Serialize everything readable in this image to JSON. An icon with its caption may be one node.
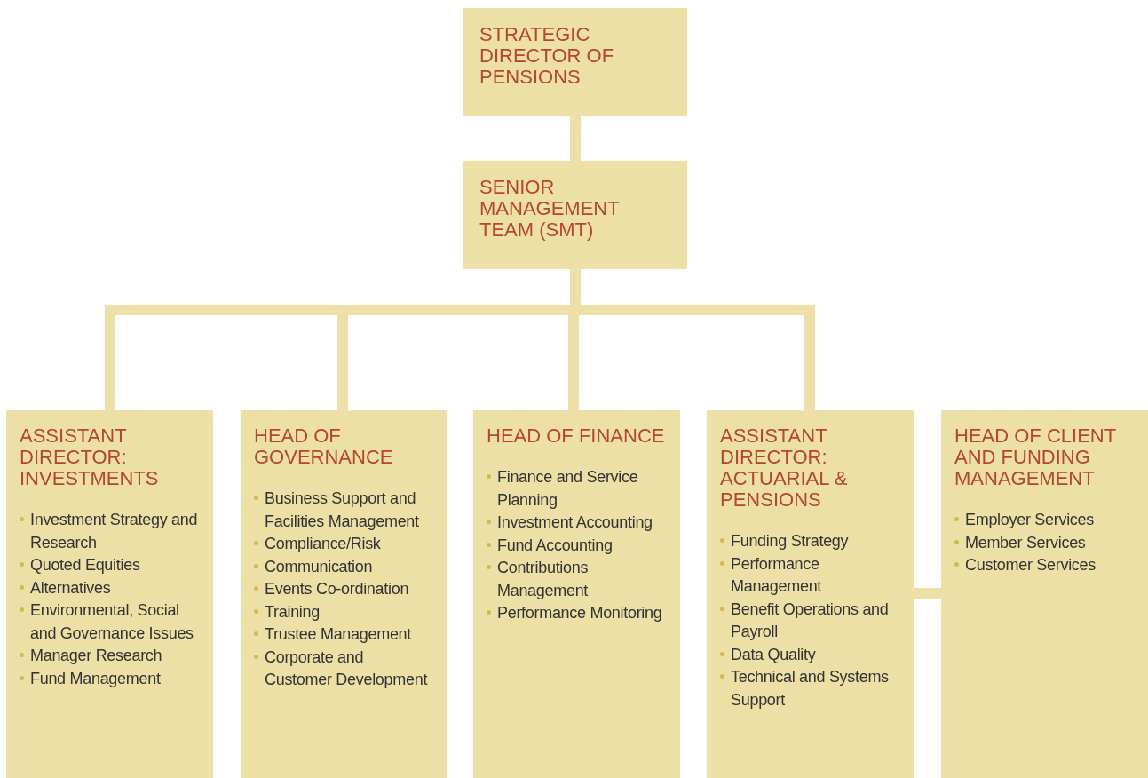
{
  "diagram": {
    "nodes": [
      {
        "text": [
          "STRATEGIC DIRECTOR OF PENSIONS"
        ]
      },
      {
        "text": [
          "SENIOR MANAGEMENT TEAM (SMT)"
        ]
      },
      {
        "text": [
          "ASSISTANT DIRECTOR: INVESTMENTS",
          "Investment Strategy and Research",
          "Quoted Equities",
          "Alternatives",
          "Environmental, Social and Governance Issues",
          "Manager Research",
          "Fund Management"
        ]
      },
      {
        "text": [
          "HEAD OF GOVERNANCE",
          "Business Support and Facilities Management",
          "Compliance/Risk",
          "Communication",
          "Events Co-ordination",
          "Training",
          "Trustee Management",
          "Corporate and Customer Development"
        ]
      },
      {
        "text": [
          "HEAD OF FINANCE",
          "Finance and Service Planning",
          "Investment Accounting",
          "Fund Accounting",
          "Contributions Management",
          "Performance Monitoring"
        ]
      },
      {
        "text": [
          "ASSISTANT DIRECTOR: ACTUARIAL & PENSIONS",
          "Funding Strategy",
          "Performance Management",
          "Benefit Operations and Payroll",
          "Data Quality",
          "Technical and Systems Support"
        ]
      },
      {
        "text": [
          "HEAD OF CLIENT AND FUNDING MANAGEMENT",
          "Employer Services",
          "Member Services",
          "Customer Services"
        ]
      }
    ],
    "edges": [
      {
        "from": 0,
        "to": 1,
        "arrow": "none"
      },
      {
        "from": 1,
        "to": 2,
        "arrow": "none"
      },
      {
        "from": 1,
        "to": 3,
        "arrow": "none"
      },
      {
        "from": 1,
        "to": 4,
        "arrow": "none"
      },
      {
        "from": 1,
        "to": 5,
        "arrow": "none"
      },
      {
        "from": 5,
        "to": 6,
        "arrow": "none"
      }
    ]
  }
}
